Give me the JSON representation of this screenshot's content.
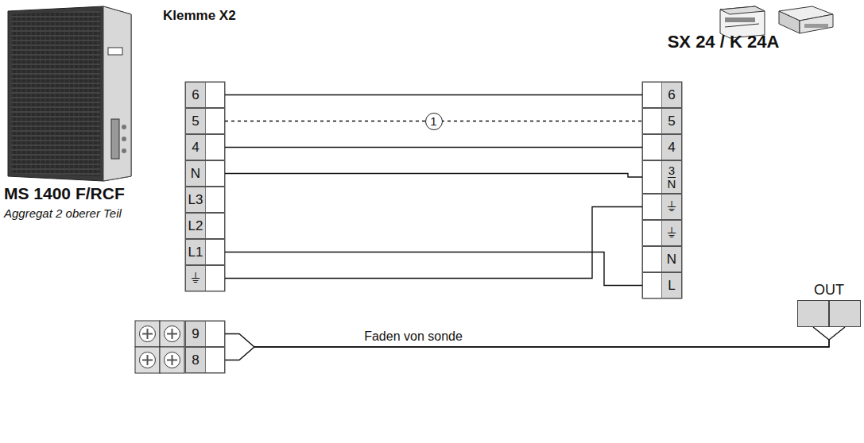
{
  "diagram": {
    "nodes": [
      {
        "text": [
          "6"
        ]
      },
      {
        "text": [
          "5"
        ]
      },
      {
        "text": [
          "4"
        ]
      },
      {
        "text": [
          "N"
        ]
      },
      {
        "text": [
          "L3"
        ]
      },
      {
        "text": [
          "L2"
        ]
      },
      {
        "text": [
          "L1"
        ]
      },
      {
        "text": [
          "⏚"
        ]
      },
      {
        "text": [
          "6"
        ]
      },
      {
        "text": [
          "5"
        ]
      },
      {
        "text": [
          "4"
        ]
      },
      {
        "text": [
          "3 N"
        ]
      },
      {
        "text": [
          "⏚"
        ]
      },
      {
        "text": [
          "⏚"
        ]
      },
      {
        "text": [
          "N"
        ]
      },
      {
        "text": [
          "L"
        ]
      },
      {
        "text": [
          "9"
        ]
      },
      {
        "text": [
          "8"
        ]
      },
      {
        "text": [
          "OUT"
        ]
      }
    ],
    "edges": [
      {
        "from": 0,
        "to": 8,
        "arrow": "none"
      },
      {
        "from": 1,
        "to": 9,
        "label": "1",
        "arrow": "none"
      },
      {
        "from": 2,
        "to": 10,
        "arrow": "none"
      },
      {
        "from": 3,
        "to": 11,
        "arrow": "none"
      },
      {
        "from": 6,
        "to": 15,
        "arrow": "none"
      },
      {
        "from": 7,
        "to": 12,
        "arrow": "none"
      },
      {
        "from": 16,
        "to": 18,
        "label": "Faden von sonde",
        "arrow": "none"
      },
      {
        "from": 17,
        "to": 18,
        "arrow": "none"
      }
    ],
    "labels": [
      "Klemme X2",
      "SX 24 / K 24A",
      "MS 1400 F/RCF",
      "Aggregat 2 oberer Teil"
    ]
  }
}
